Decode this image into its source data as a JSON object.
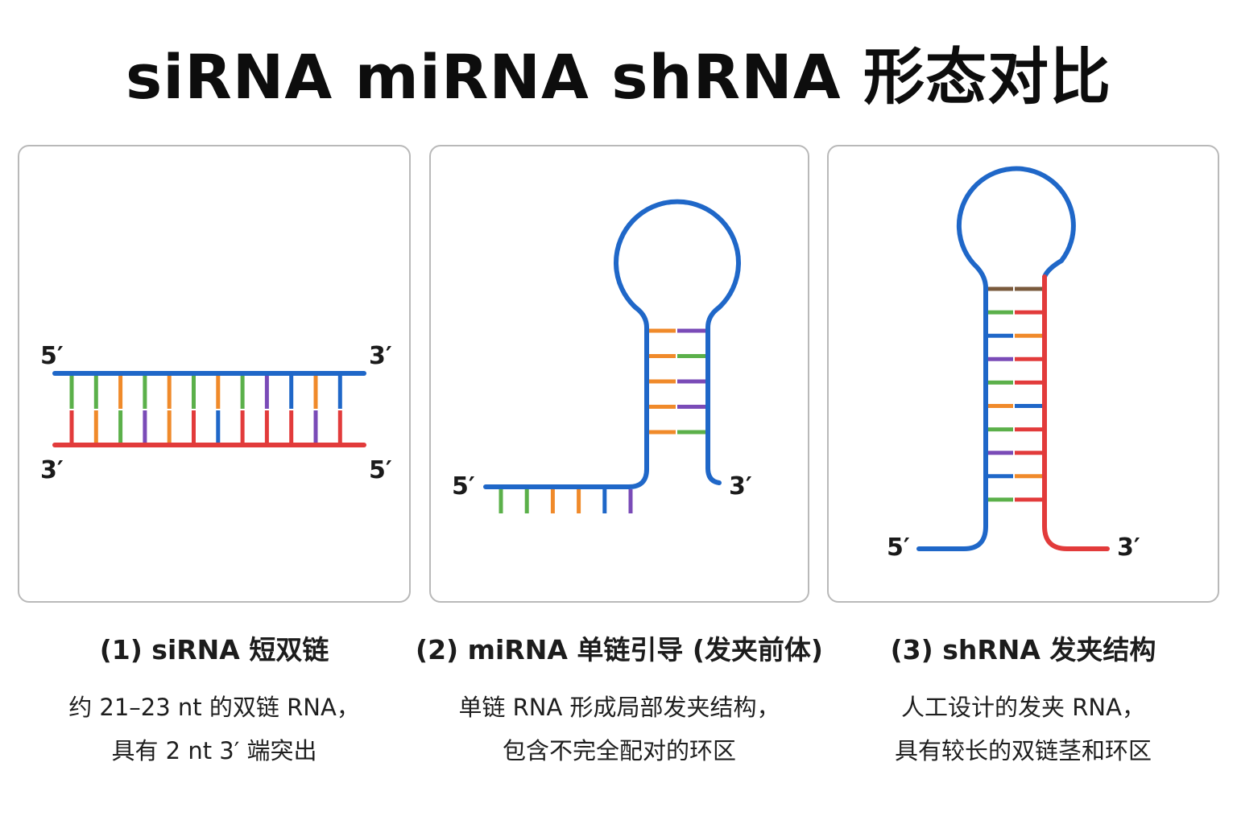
{
  "title": "siRNA miRNA shRNA 形态对比",
  "colors": {
    "blue": "#1f67c8",
    "red": "#e23b3b",
    "green": "#5bb04a",
    "orange": "#f08a2a",
    "purple": "#7a4bb7",
    "brown": "#7a5a3c"
  },
  "panels": [
    {
      "caption": "(1) siRNA 短双链",
      "desc_line1": "约 21–23 nt 的双链 RNA，",
      "desc_line2": "具有 2 nt 3′ 端突出",
      "label_top_left": "5′",
      "label_top_right": "3′",
      "label_bottom_left": "3′",
      "label_bottom_right": "5′",
      "top_pairs": [
        "green",
        "green",
        "orange",
        "green",
        "orange",
        "green",
        "orange",
        "green",
        "purple",
        "blue",
        "orange",
        "blue"
      ],
      "bottom_pairs": [
        "red",
        "orange",
        "green",
        "purple",
        "orange",
        "red",
        "blue",
        "red",
        "red",
        "red",
        "purple",
        "red"
      ]
    },
    {
      "caption": "(2) miRNA 单链引导 (发夹前体)",
      "desc_line1": "单链 RNA 形成局部发夹结构，",
      "desc_line2": "包含不完全配对的环区",
      "label_5": "5′",
      "label_3": "3′",
      "stem_left": [
        "orange",
        "orange",
        "orange",
        "orange",
        "orange"
      ],
      "stem_right": [
        "purple",
        "green",
        "purple",
        "purple",
        "green"
      ],
      "tail_ticks": [
        "green",
        "green",
        "orange",
        "orange",
        "blue",
        "purple"
      ]
    },
    {
      "caption": "(3) shRNA 发夹结构",
      "desc_line1": "人工设计的发夹 RNA，",
      "desc_line2": "具有较长的双链茎和环区",
      "label_5": "5′",
      "label_3": "3′",
      "stem_left": [
        "brown",
        "green",
        "blue",
        "purple",
        "green",
        "orange",
        "green",
        "purple",
        "blue",
        "green"
      ],
      "stem_right": [
        "brown",
        "red",
        "orange",
        "red",
        "red",
        "blue",
        "red",
        "red",
        "orange",
        "red"
      ]
    }
  ]
}
